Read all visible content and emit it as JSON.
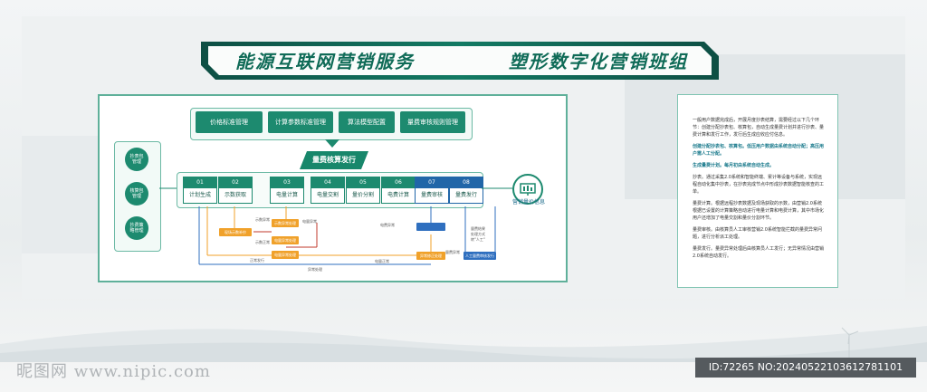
{
  "title": {
    "left": "能源互联网营销服务",
    "right": "塑形数字化营销班组"
  },
  "top_modules": [
    "价格标准管理",
    "计算参数标准管理",
    "算法模型配置",
    "量费审核规则管理"
  ],
  "banner": "量费核算发行",
  "left_circles": [
    "抄表包管理",
    "核算包管理",
    "抄费策略管理"
  ],
  "steps": [
    {
      "num": "01",
      "label": "计划生成"
    },
    {
      "num": "02",
      "label": "示数获取"
    },
    {
      "num": "03",
      "label": "电量计算"
    },
    {
      "num": "04",
      "label": "电量交割"
    },
    {
      "num": "05",
      "label": "量价分割"
    },
    {
      "num": "06",
      "label": "电费计算"
    },
    {
      "num": "07",
      "label": "量费审核"
    },
    {
      "num": "08",
      "label": "量费发行"
    }
  ],
  "end_label": "营销量价信息",
  "sub_boxes": {
    "o1": "现场示数补抄",
    "o2": "示数异常处理",
    "o3": "电量异常处理",
    "o4": "电量异常处理",
    "o5": "异常修正处理",
    "b1": "人工量费审核发行"
  },
  "small_labels": {
    "s1": "示数异常",
    "s2": "电量异常",
    "s3": "电费异常",
    "s4": "示数正常",
    "s5": "电量正常",
    "s6": "量费异常",
    "s7": "量费结果",
    "s8": "处理方式",
    "s9": "转\"人工\"",
    "s10": "正常发行",
    "s11": "异常处理"
  },
  "note": [
    {
      "text": "一般用户数据完成后，开展月度抄表结算，需要经过以下几个环节：创建分配抄表包、核算包，自动生成量费计划并进行抄表、量费计算和发行工作，发行后生成应收应付信息。",
      "highlight": false
    },
    {
      "text": "创建分配抄表包、核算包。低压用户数据由系统自动分配；高压用户需人工分配。",
      "highlight": false
    },
    {
      "text": "生成量费计划。每月初由系统自动生成。",
      "highlight": false
    },
    {
      "text": "抄表。通过采集2.0系统和智能终端、累计等设备与系统，实现远程自动化集中抄表，在抄表完成节点中形成抄表数据智能核查的工单。",
      "highlight": false
    },
    {
      "text": "量费计算。根据远程抄表数据及现场获取的示数，由营销2.0系统根据已设置的计算策略自动进行电量计算和电费计算，其中市场化用户还增加了电量交割和量价分割环节。",
      "highlight": false
    },
    {
      "text": "量费审核。由核算员人工审核营销2.0系统智能拦截的量费异常问题，进行分析派工处理。",
      "highlight": false
    },
    {
      "text": "量费发行。量费异常处理后由核算员人工发行；无异常情况由营销2.0系统自动发行。",
      "highlight": false
    }
  ],
  "watermark": {
    "left": "昵图网 www.nipic.com",
    "right": "ID:72265 NO:20240522103612781101"
  }
}
